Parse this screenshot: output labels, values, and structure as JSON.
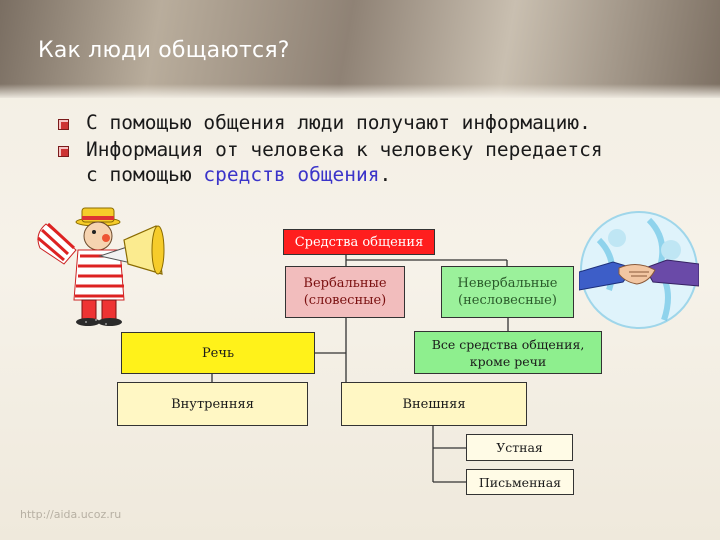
{
  "slide": {
    "title": "Как люди общаются?",
    "bullets": [
      {
        "text": "С помощью общения люди получают информацию."
      },
      {
        "text_before": "Информация от человека к человеку передается с помощью ",
        "highlight": "средств общения",
        "text_after": "."
      }
    ]
  },
  "diagram": {
    "root": "Средства общения",
    "verbal": {
      "line1": "Вербальные",
      "line2": "(словесные)"
    },
    "nonverbal": {
      "line1": "Невербальные",
      "line2": "(несловесные)"
    },
    "speech": "Речь",
    "all_means": {
      "line1": "Все средства общения,",
      "line2": "кроме речи"
    },
    "inner": "Внутренняя",
    "outer": "Внешняя",
    "oral": "Устная",
    "written": "Письменная"
  },
  "colors": {
    "root_fill": "#ff1e1e",
    "verbal_fill": "#f2bdbd",
    "nonverbal_fill": "#9bf19b",
    "speech_fill": "#fff21a",
    "all_means_fill": "#8eef8e",
    "pale_fill": "#fff7c4",
    "highlight_text": "#3b34c9"
  },
  "illustrations": {
    "left": "clown-with-megaphone",
    "right": "handshake-globe"
  },
  "watermark": "http://aida.ucoz.ru"
}
